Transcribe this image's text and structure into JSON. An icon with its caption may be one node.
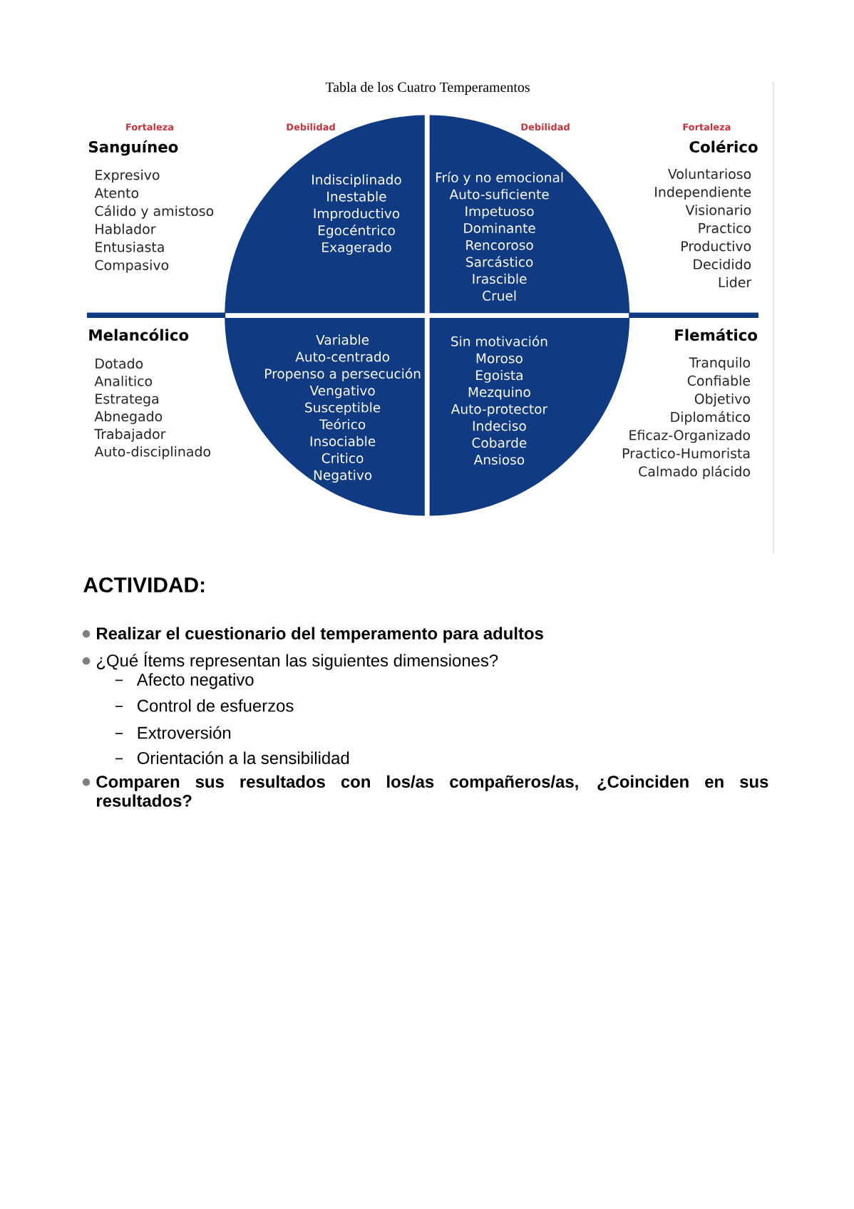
{
  "diagram": {
    "title": "Tabla de los Cuatro Temperamentos",
    "nodes": [
      {
        "text": [
          "Indisciplinado",
          "Inestable",
          "Improductivo",
          "Egocéntrico",
          "Exagerado"
        ],
        "beside": [
          "Debilidad"
        ]
      },
      {
        "text": [
          "Frío y no emocional",
          "Auto-suficiente",
          "Impetuoso",
          "Dominante",
          "Rencoroso",
          "Sarcástico",
          "Irascible",
          "Cruel"
        ],
        "beside": [
          "Debilidad"
        ]
      },
      {
        "text": [
          "Variable",
          "Auto-centrado",
          "Propenso a persecución",
          "Vengativo",
          "Susceptible",
          "Teórico",
          "Insociable",
          "Critico",
          "Negativo"
        ]
      },
      {
        "text": [
          "Sin motivación",
          "Moroso",
          "Egoista",
          "Mezquino",
          "Auto-protector",
          "Indeciso",
          "Cobarde",
          "Ansioso"
        ]
      }
    ],
    "labels": [
      "Fortaleza",
      "Sanguíneo",
      "Expresivo",
      "Atento",
      "Cálido y amistoso",
      "Hablador",
      "Entusiasta",
      "Compasivo",
      "Fortaleza",
      "Colérico",
      "Voluntarioso",
      "Independiente",
      "Visionario",
      "Practico",
      "Productivo",
      "Decidido",
      "Lider",
      "Melancólico",
      "Dotado",
      "Analitico",
      "Estratega",
      "Abnegado",
      "Trabajador",
      "Auto-disciplinado",
      "Flemático",
      "Tranquilo",
      "Confiable",
      "Objetivo",
      "Diplomático",
      "Eficaz-Organizado",
      "Practico-Humorista",
      "Calmado plácido",
      "ACTIVIDAD:",
      "Realizar el cuestionario del temperamento para adultos",
      "¿Qué Ítems representan las siguientes dimensiones?",
      "Afecto negativo",
      "Control de esfuerzos",
      "Extroversión",
      "Orientación a la sensibilidad",
      "Comparen sus resultados con los/as compañeros/as, ¿Coinciden en sus resultados?"
    ]
  }
}
